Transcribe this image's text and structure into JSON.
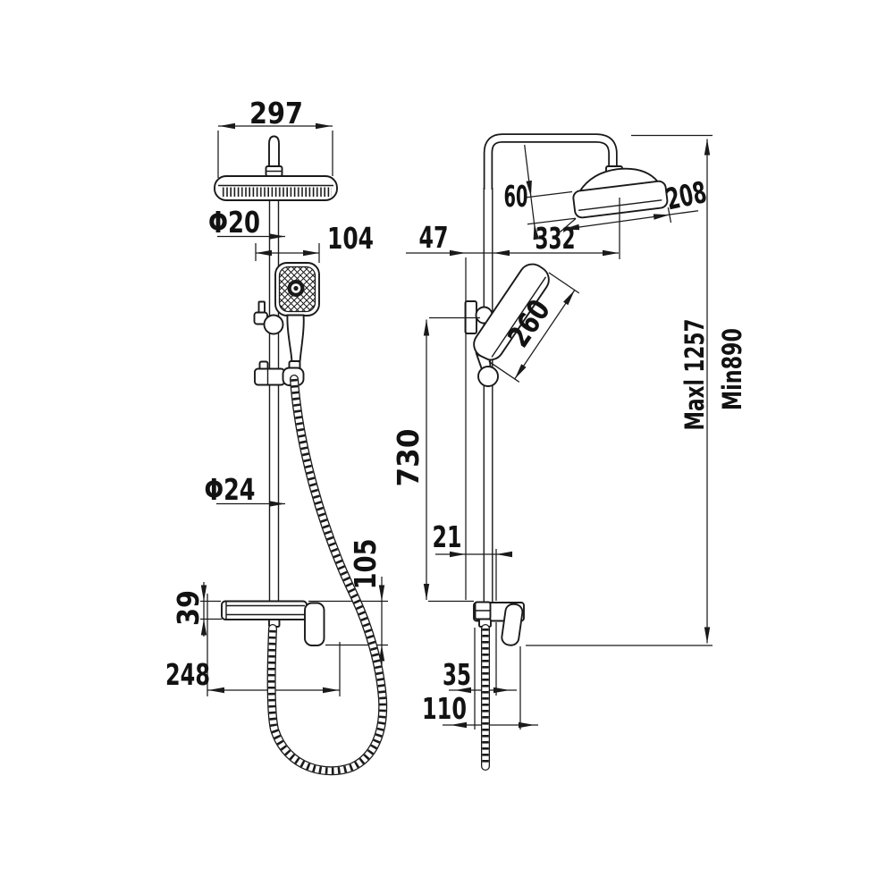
{
  "drawing": {
    "background_color": "#ffffff",
    "line_color": "#1a1a1a",
    "views": {
      "front": {
        "label_head_width": "297",
        "label_top_pipe_diameter": "Φ20",
        "label_hand_shower_offset": "104",
        "label_rail_diameter": "Φ24",
        "label_body_drop_height": "105",
        "label_body_height": "39",
        "label_body_width": "248"
      },
      "side": {
        "label_wall_clearance": "47",
        "label_head_thickness": "60",
        "label_head_depth": "208",
        "label_arm_reach": "332",
        "label_hand_shower_length": "260",
        "label_rail_length": "730",
        "label_rail_wall_gap": "21",
        "label_overall_height_max": "Maxl 1257",
        "label_overall_height_min": "Min890",
        "label_outlet_offset": "35",
        "label_outlet_depth": "110"
      }
    }
  }
}
